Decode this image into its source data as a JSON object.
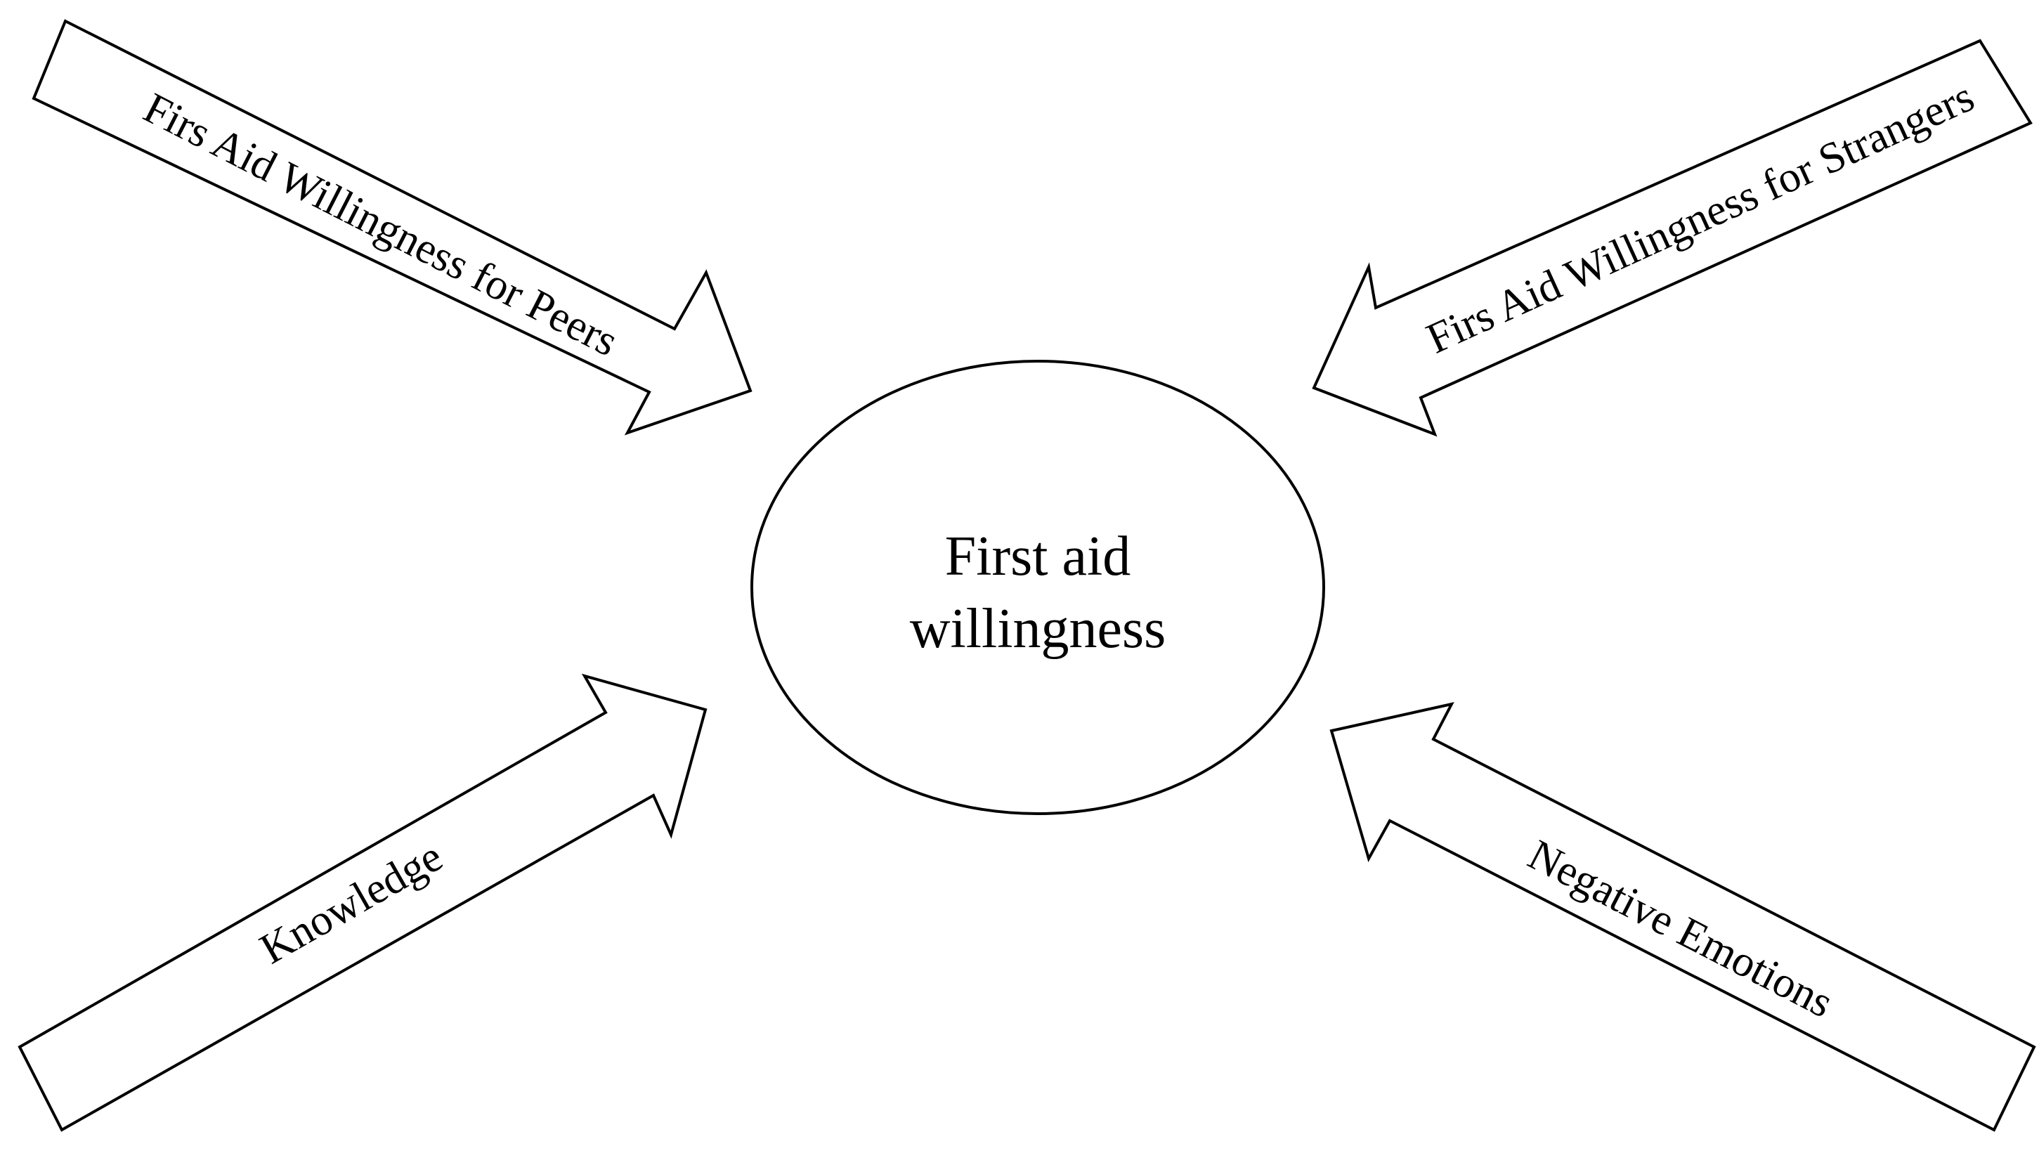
{
  "diagram": {
    "center": {
      "line1": "First aid",
      "line2": "willingness"
    },
    "arrows": {
      "peers": "Firs Aid Willingness for Peers",
      "strangers": "Firs Aid Willingness for Strangers",
      "knowledge": "Knowledge",
      "negative_emotions": "Negative Emotions"
    }
  },
  "colors": {
    "stroke": "#000000",
    "fill": "#ffffff",
    "text": "#000000"
  }
}
